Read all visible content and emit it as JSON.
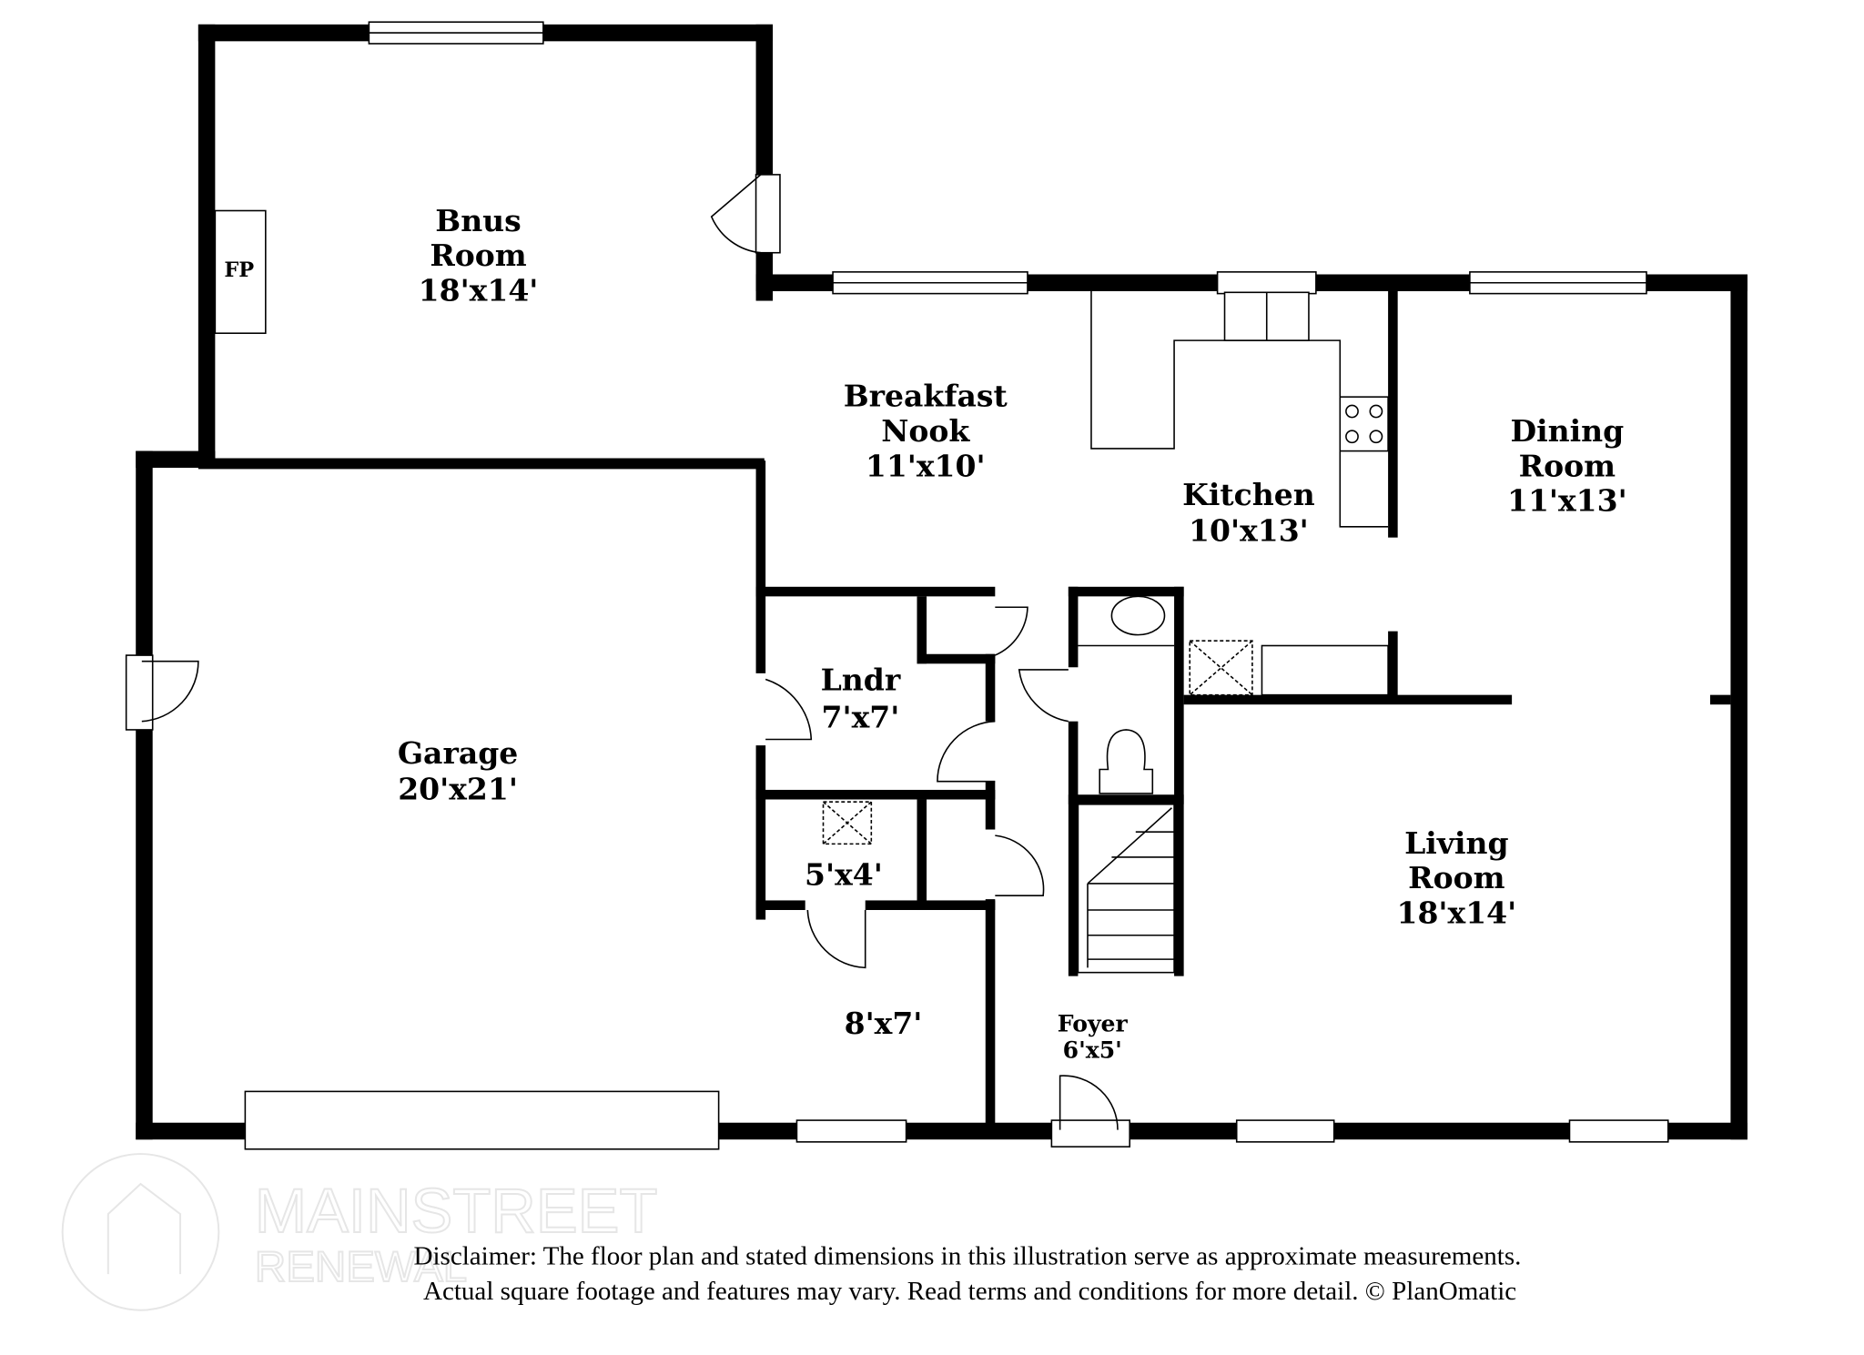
{
  "rooms": {
    "bonus": {
      "name1": "Bnus",
      "name2": "Room",
      "size": "18'x14'"
    },
    "fireplace": "FP",
    "breakfast": {
      "name1": "Breakfast",
      "name2": "Nook",
      "size": "11'x10'"
    },
    "kitchen": {
      "name": "Kitchen",
      "size": "10'x13'"
    },
    "dining": {
      "name1": "Dining",
      "name2": "Room",
      "size": "11'x13'"
    },
    "garage": {
      "name": "Garage",
      "size": "20'x21'"
    },
    "laundry": {
      "name": "Lndr",
      "size": "7'x7'"
    },
    "closet": {
      "size": "5'x4'"
    },
    "hall": {
      "size": "8'x7'"
    },
    "foyer": {
      "name": "Foyer",
      "size": "6'x5'"
    },
    "living": {
      "name1": "Living",
      "name2": "Room",
      "size": "18'x14'"
    }
  },
  "watermark": {
    "line1": "MAINSTREET",
    "line2": "RENEWAL"
  },
  "disclaimer": {
    "line1": "Disclaimer: The floor plan and stated dimensions in this illustration serve as approximate measurements.",
    "line2": "Actual square footage and features may vary. Read terms and conditions for more detail. © PlanOmatic"
  }
}
